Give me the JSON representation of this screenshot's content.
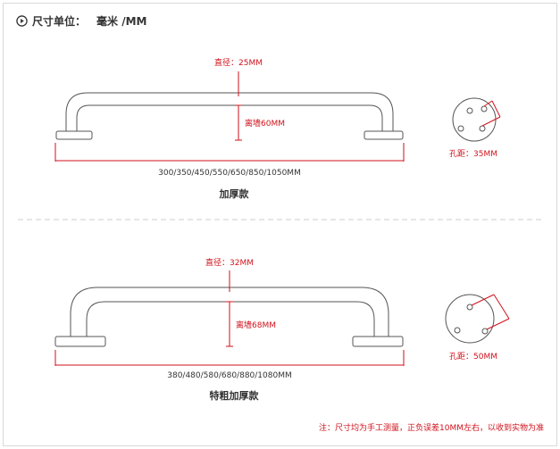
{
  "header": {
    "icon": "play-circle-icon",
    "label": "尺寸单位：",
    "unit": "毫米 /MM"
  },
  "top": {
    "diameter_label": "直径：25MM",
    "wall_label": "离墙60MM",
    "length_label": "300/350/450/550/650/850/1050MM",
    "hole_label": "孔距：35MM",
    "title": "加厚款"
  },
  "bottom": {
    "diameter_label": "直径：32MM",
    "wall_label": "离墙68MM",
    "length_label": "380/480/580/680/880/1080MM",
    "hole_label": "孔距：50MM",
    "title": "特粗加厚款"
  },
  "note": "注：尺寸均为手工测量，正负误差10MM左右，以收到实物为准",
  "colors": {
    "accent": "#d0121b",
    "line": "#555555",
    "divider": "#cccccc"
  }
}
